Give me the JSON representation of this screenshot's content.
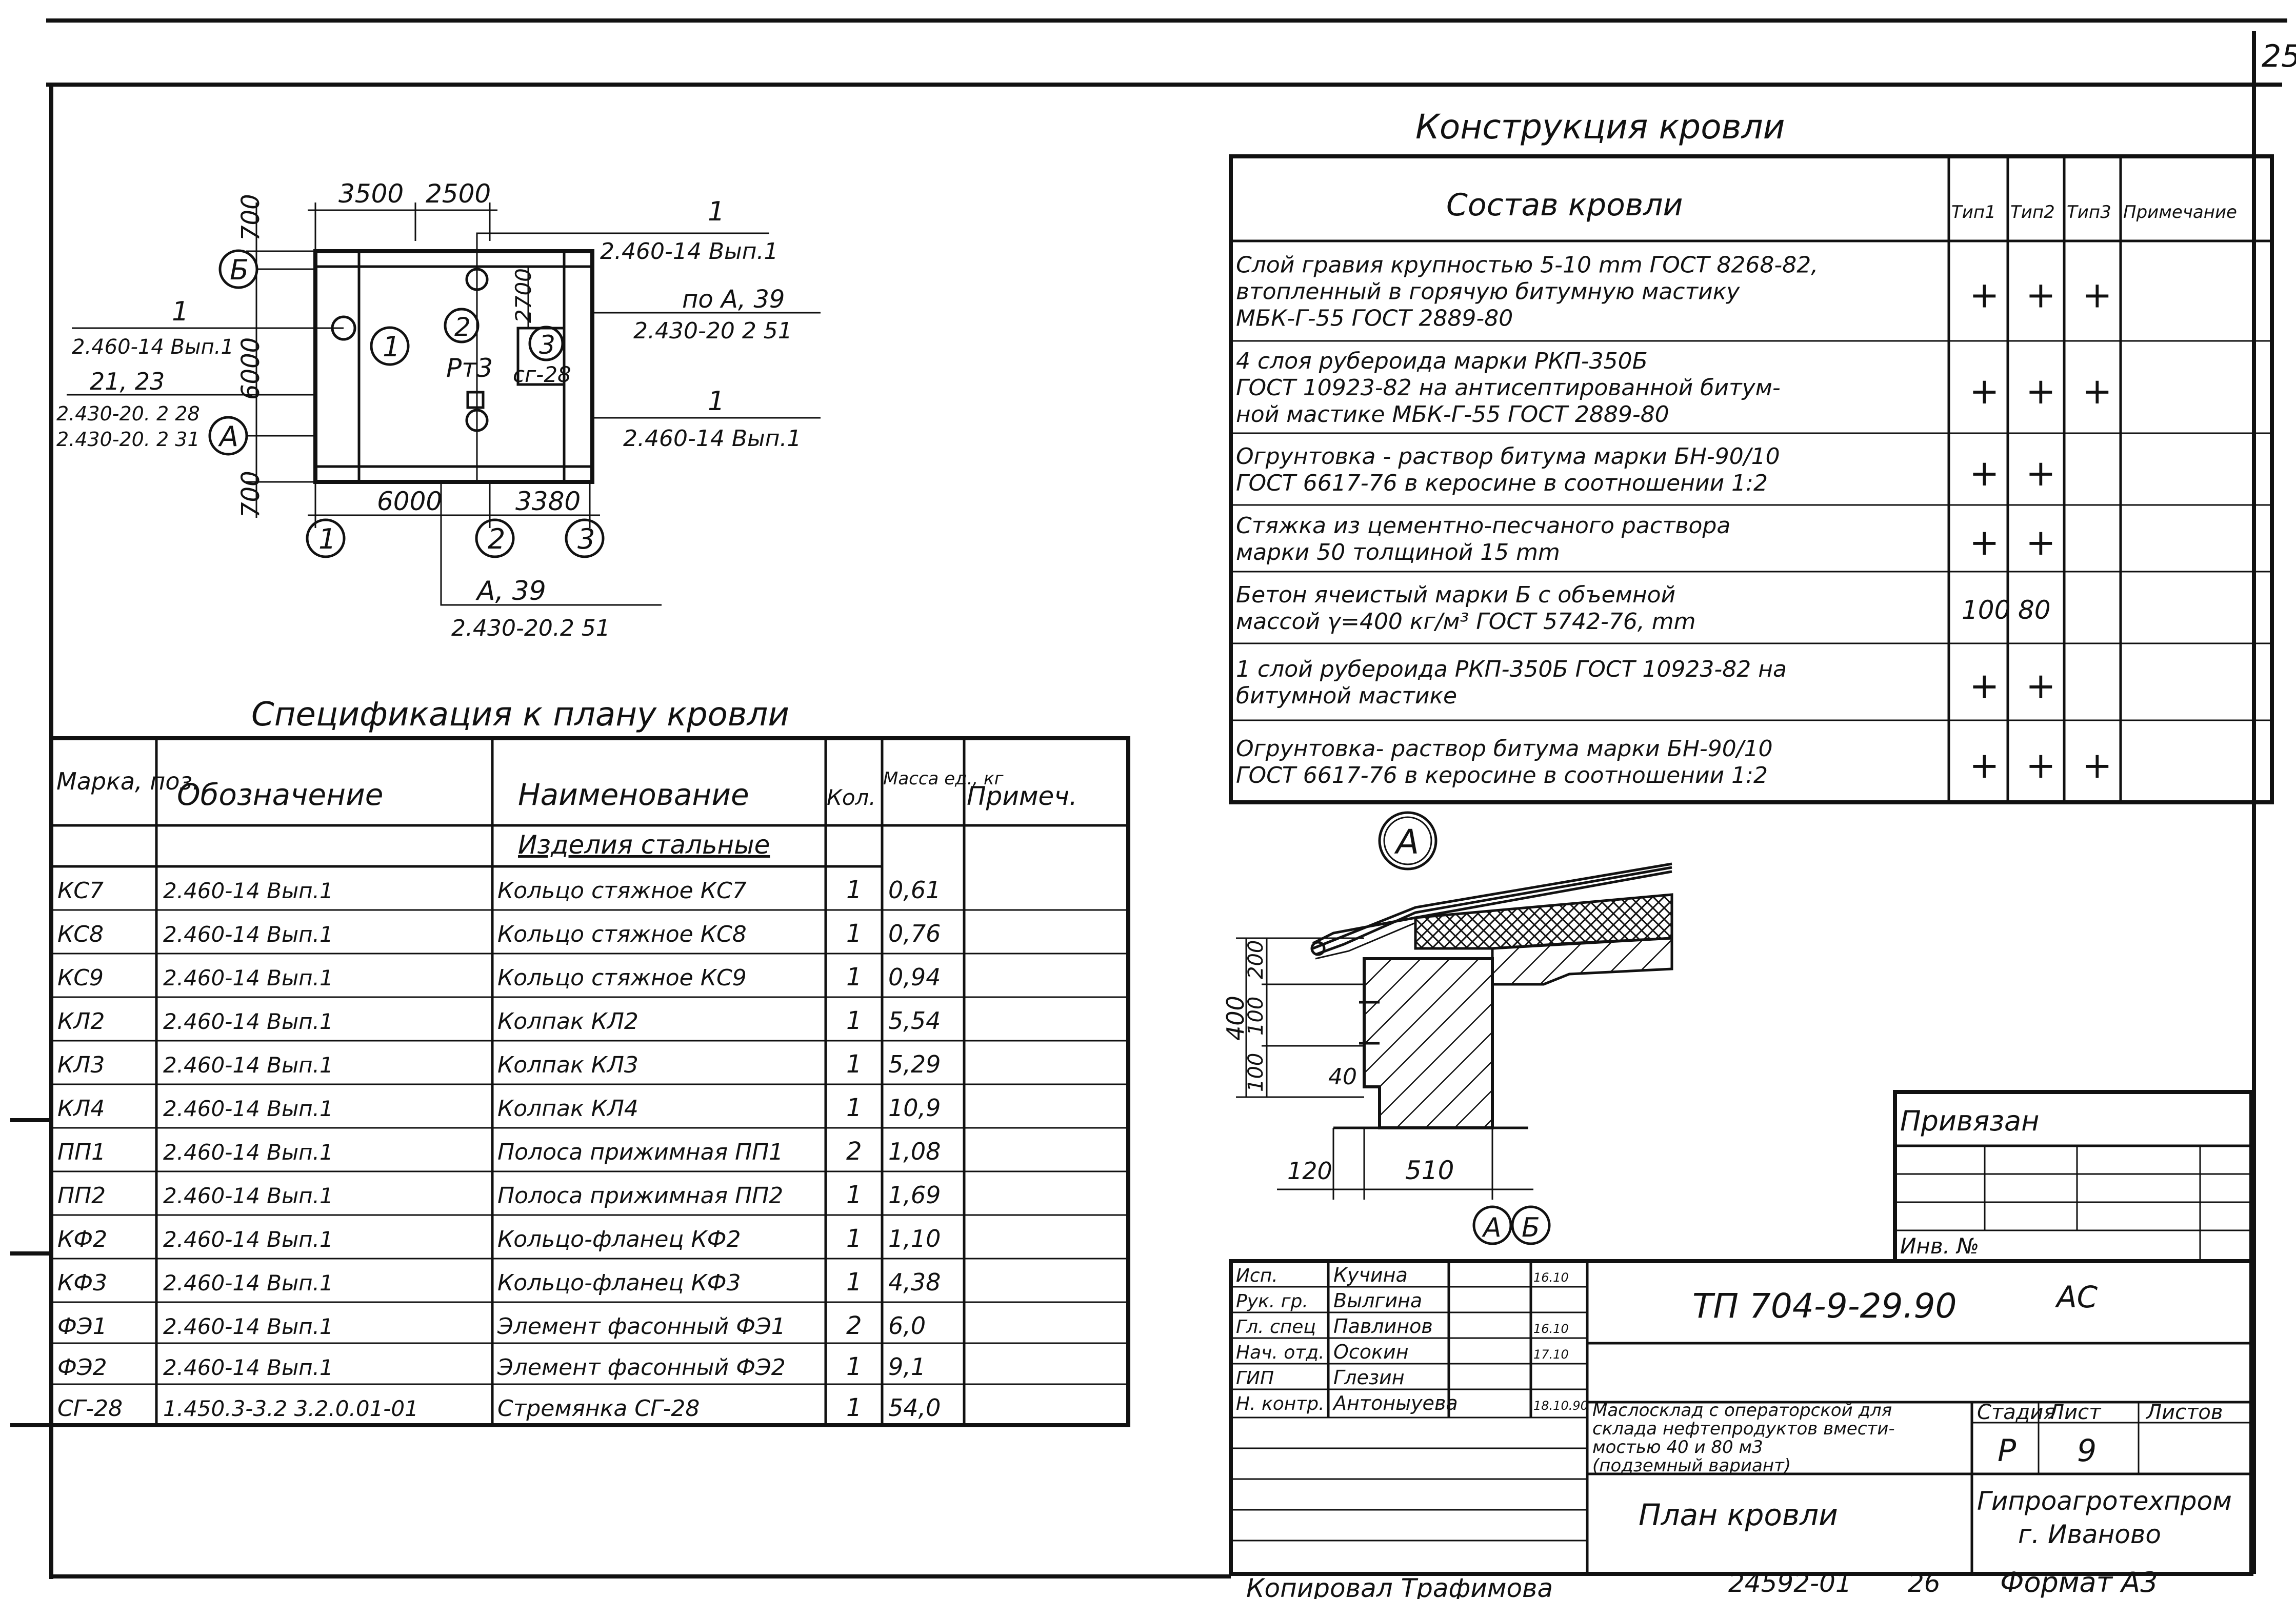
{
  "sheet": {
    "page_number": "25",
    "copied_by": "Копировал Трафимова",
    "order_number": "24592-01",
    "order_sheet": "26",
    "format": "Формат А3"
  },
  "roof_plan": {
    "dims": {
      "top1": "3500",
      "top2": "2500",
      "left_top": "700",
      "left_mid": "6000",
      "left_bot": "700",
      "inner_right": "2700",
      "bottom1": "6000",
      "bottom2": "3380"
    },
    "axes": {
      "B": "Б",
      "A": "А",
      "one": "1",
      "two": "2",
      "three": "3"
    },
    "callouts": [
      {
        "num": "1",
        "ref": "2.460-14 Вып.1"
      },
      {
        "num": "по А, 39",
        "ref": "2.430-20 2 51"
      },
      {
        "num": "1",
        "ref": "2.460-14 Вып.1"
      },
      {
        "num": "1",
        "ref": "2.460-14 Вып.1"
      },
      {
        "num": "21, 23",
        "ref": "2.430-20. 2 28"
      },
      {
        "num": "",
        "ref": "2.430-20. 2 31"
      },
      {
        "num": "А, 39",
        "ref": "2.430-20.2 51"
      }
    ],
    "labels": {
      "c1": "1",
      "c2": "2",
      "pm3": "Рт3",
      "c3": "3",
      "cg28": "сг-28"
    }
  },
  "spec": {
    "title": "Спецификация к плану кровли",
    "headers": [
      "Марка, поз.",
      "Обозначение",
      "Наименование",
      "Кол.",
      "Масса ед., кг",
      "Примеч."
    ],
    "section": "Изделия стальные",
    "rows": [
      [
        "КС7",
        "2.460-14 Вып.1",
        "Кольцо стяжное КС7",
        "1",
        "0,61",
        ""
      ],
      [
        "КС8",
        "2.460-14 Вып.1",
        "Кольцо стяжное КС8",
        "1",
        "0,76",
        ""
      ],
      [
        "КС9",
        "2.460-14 Вып.1",
        "Кольцо стяжное КС9",
        "1",
        "0,94",
        ""
      ],
      [
        "КЛ2",
        "2.460-14 Вып.1",
        "Колпак КЛ2",
        "1",
        "5,54",
        ""
      ],
      [
        "КЛ3",
        "2.460-14 Вып.1",
        "Колпак КЛ3",
        "1",
        "5,29",
        ""
      ],
      [
        "КЛ4",
        "2.460-14 Вып.1",
        "Колпак КЛ4",
        "1",
        "10,9",
        ""
      ],
      [
        "ПП1",
        "2.460-14 Вып.1",
        "Полоса прижимная ПП1",
        "2",
        "1,08",
        ""
      ],
      [
        "ПП2",
        "2.460-14 Вып.1",
        "Полоса прижимная ПП2",
        "1",
        "1,69",
        ""
      ],
      [
        "КФ2",
        "2.460-14 Вып.1",
        "Кольцо-фланец КФ2",
        "1",
        "1,10",
        ""
      ],
      [
        "КФ3",
        "2.460-14 Вып.1",
        "Кольцо-фланец КФ3",
        "1",
        "4,38",
        ""
      ],
      [
        "ФЭ1",
        "2.460-14 Вып.1",
        "Элемент фасонный ФЭ1",
        "2",
        "6,0",
        ""
      ],
      [
        "ФЭ2",
        "2.460-14 Вып.1",
        "Элемент фасонный ФЭ2",
        "1",
        "9,1",
        ""
      ],
      [
        "СГ-28",
        "1.450.3-3.2 3.2.0.01-01",
        "Стремянка СГ-28",
        "1",
        "54,0",
        ""
      ]
    ]
  },
  "roof_construction": {
    "title": "Конструкция кровли",
    "headers": [
      "Состав кровли",
      "Тип1",
      "Тип2",
      "Тип3",
      "Примечание"
    ],
    "rows": [
      {
        "lines": [
          "Слой гравия крупностью 5-10 mm ГОСТ 8268-82,",
          "втопленный в горячую битумную мастику",
          "МБК-Г-55 ГОСТ 2889-80"
        ],
        "t1": "+",
        "t2": "+",
        "t3": "+"
      },
      {
        "lines": [
          "4 слоя рубероида марки РКП-350Б",
          "ГОСТ 10923-82 на антисептированной битум-",
          "ной мастике МБК-Г-55 ГОСТ 2889-80"
        ],
        "t1": "+",
        "t2": "+",
        "t3": "+"
      },
      {
        "lines": [
          "Огрунтовка - раствор битума марки БН-90/10",
          "ГОСТ 6617-76 в керосине в соотношении 1:2"
        ],
        "t1": "+",
        "t2": "+",
        "t3": ""
      },
      {
        "lines": [
          "Стяжка из цементно-песчаного раствора",
          "марки 50 толщиной 15 mm"
        ],
        "t1": "+",
        "t2": "+",
        "t3": ""
      },
      {
        "lines": [
          "Бетон ячеистый марки Б с объемной",
          "массой γ=400 кг/м³ ГОСТ 5742-76, mm"
        ],
        "t1": "100",
        "t2": "80",
        "t3": ""
      },
      {
        "lines": [
          "1 слой рубероида РКП-350Б ГОСТ 10923-82 на",
          "битумной мастике"
        ],
        "t1": "+",
        "t2": "+",
        "t3": ""
      },
      {
        "lines": [
          "Огрунтовка- раствор битума марки БН-90/10",
          "ГОСТ 6617-76 в керосине в соотношении 1:2"
        ],
        "t1": "+",
        "t2": "+",
        "t3": "+"
      }
    ]
  },
  "detail": {
    "marker": "А",
    "dims": {
      "d400": "400",
      "d200": "200",
      "d100a": "100",
      "d100b": "100",
      "d40": "40",
      "d120": "120",
      "d510": "510"
    },
    "axis_a": "А",
    "axis_b": "Б"
  },
  "privyazan": {
    "label": "Привязан",
    "inv": "Инв. №"
  },
  "title_block": {
    "code": "ТП 704-9-29.90",
    "section": "АС",
    "people": [
      {
        "role": "Исп.",
        "name": "Кучина",
        "date": "16.10"
      },
      {
        "role": "Рук. гр.",
        "name": "Вылгина",
        "date": ""
      },
      {
        "role": "Гл. спец",
        "name": "Павлинов",
        "date": "16.10"
      },
      {
        "role": "Нач. отд.",
        "name": "Осокин",
        "date": "17.10"
      },
      {
        "role": "ГИП",
        "name": "Глезин",
        "date": ""
      },
      {
        "role": "Н. контр.",
        "name": "Антоныуева",
        "date": "18.10.90"
      }
    ],
    "project_name": [
      "Маслосклад с операторской для",
      "склада нефтепродуктов вмести-",
      "мостью 40 и 80 м3",
      "(подземный вариант)"
    ],
    "stage_label": "Стадия",
    "sheet_label": "Лист",
    "sheets_label": "Листов",
    "stage": "Р",
    "sheet": "9",
    "sheets": "",
    "drawing_title": "План кровли",
    "org": [
      "Гипроагротехпром",
      "г. Иваново"
    ]
  }
}
